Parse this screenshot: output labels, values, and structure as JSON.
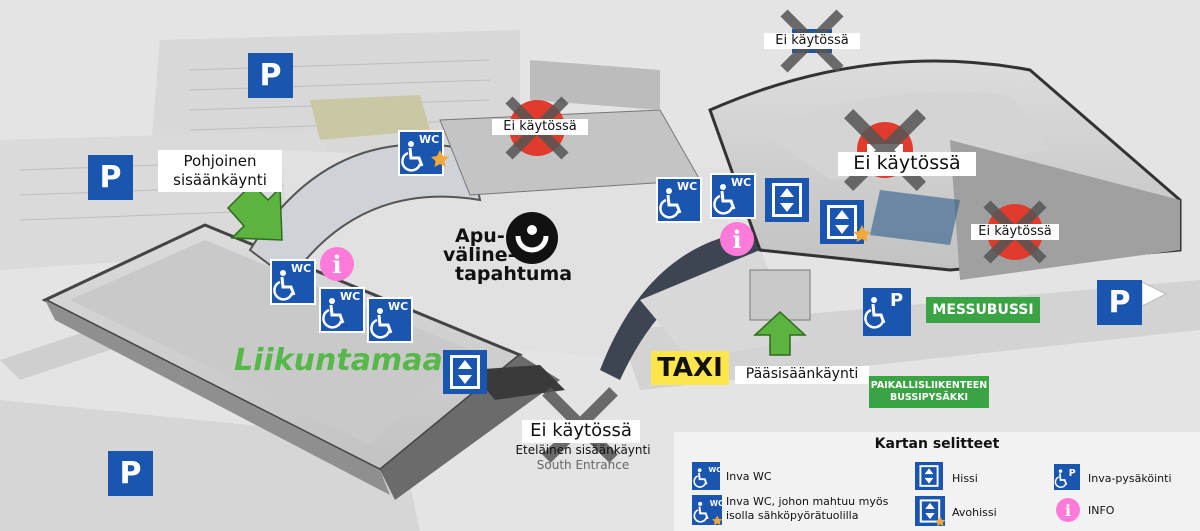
{
  "colors": {
    "accent_blue": "#1a56b0",
    "arrow_green": "#5cb33f",
    "info_pink": "#ff7ad9",
    "taxi_yellow": "#fde64b",
    "box_green": "#3aa343",
    "disabled_red": "#e03b2c"
  },
  "entrances": {
    "north": "Pohjoinen sisäänkäynti",
    "main": "Pääsisäänkäynti",
    "south_fi": "Eteläinen sisäänkäynti",
    "south_en": "South Entrance"
  },
  "disabled_label": "Ei käytössä",
  "parking_label": "P",
  "wc_label": "WC",
  "info_label": "i",
  "event_logo": {
    "line1": "Apu-",
    "line2": "väline-",
    "line3": "tapahtuma"
  },
  "venue_logo": "Liikuntamaa",
  "taxi": "TAXI",
  "messubussi": "MESSUBUSSI",
  "bus_stop": {
    "line1": "PAIKALLISLIIKENTEEN",
    "line2": "BUSSIPYSÄKKI"
  },
  "legend": {
    "title": "Kartan selitteet",
    "inva_wc": "Inva WC",
    "inva_wc_large": "Inva WC, johon mahtuu myös isolla sähköpyörätuolilla",
    "elevator": "Hissi",
    "open_elevator": "Avohissi",
    "accessible_parking": "Inva-pysäköinti",
    "info": "INFO"
  },
  "icons": [
    "wheelchair-icon",
    "elevator-icon",
    "star-icon",
    "arrow-icon",
    "info-icon",
    "cross-icon",
    "no-entry-icon"
  ]
}
